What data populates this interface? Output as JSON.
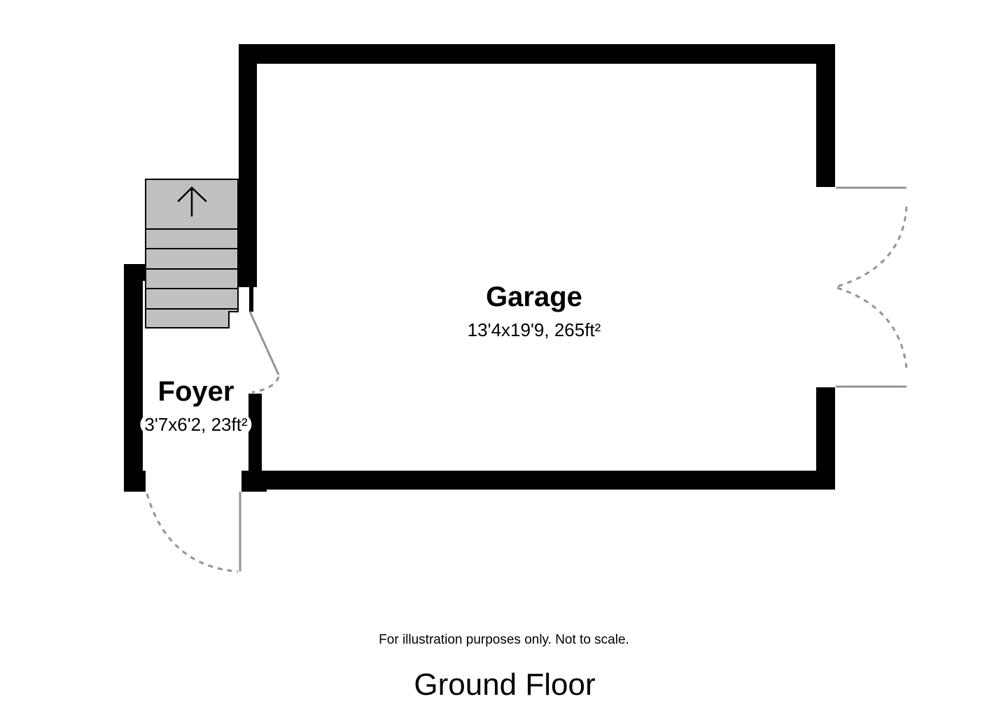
{
  "floor": {
    "title": "Ground Floor",
    "disclaimer": "For illustration purposes only. Not to scale."
  },
  "rooms": [
    {
      "name": "Garage",
      "dimensions": "13'4x19'9, 265ft²"
    },
    {
      "name": "Foyer",
      "dimensions": "3'7x6'2, 23ft²"
    }
  ],
  "features": {
    "stairs": {
      "direction": "up",
      "steps": 6,
      "arrow_icon": "arrow-up-icon"
    },
    "doors": [
      {
        "location": "garage-east",
        "type": "double-swing"
      },
      {
        "location": "foyer-garage",
        "type": "single-swing"
      },
      {
        "location": "foyer-south",
        "type": "single-swing"
      }
    ]
  },
  "colors": {
    "wall": "#000000",
    "stair_fill": "#c0c0c0",
    "door": "#8c959c",
    "background": "#ffffff"
  }
}
